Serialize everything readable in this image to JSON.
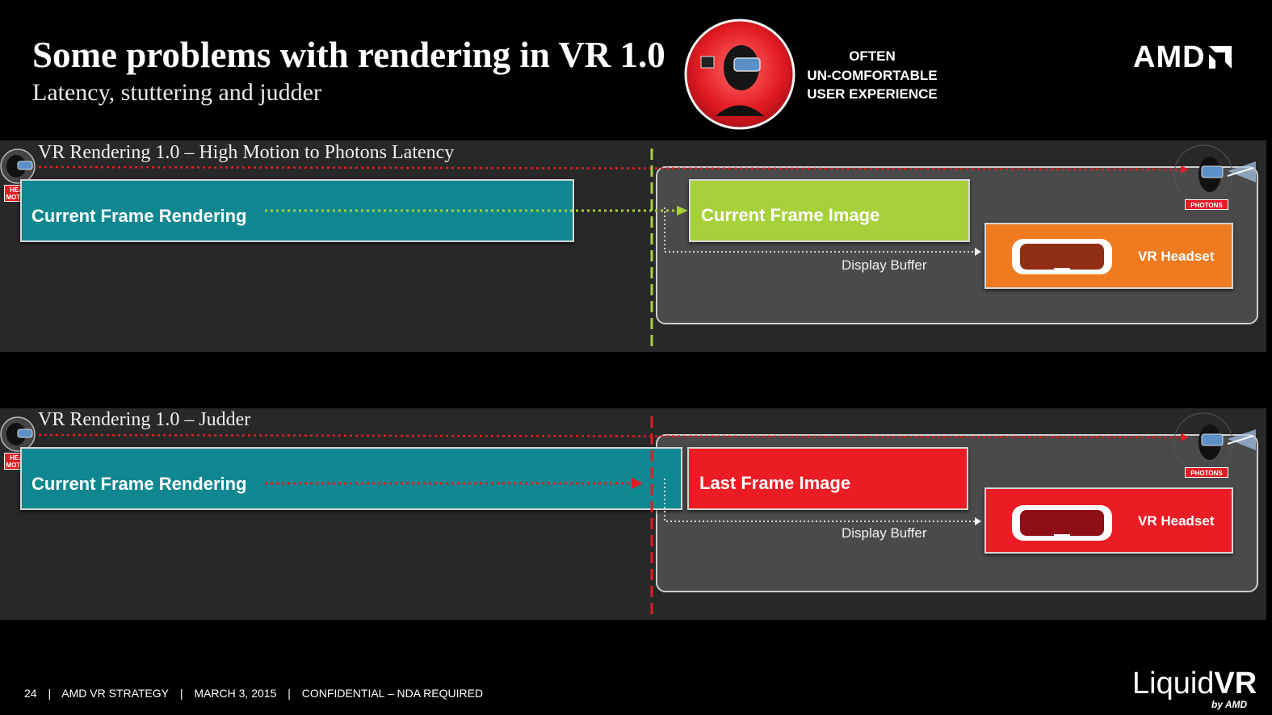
{
  "header": {
    "title": "Some problems with rendering in VR 1.0",
    "subtitle": "Latency, stuttering and judder",
    "warning_lines": [
      "OFTEN",
      "UN-COMFORTABLE",
      "USER EXPERIENCE"
    ],
    "brand": "AMD"
  },
  "panels": [
    {
      "title": "VR Rendering 1.0 – High Motion to Photons Latency",
      "head_tag": [
        "HEAD",
        "MOTION"
      ],
      "photons_tag": "PHOTONS",
      "render_bar": "Current Frame Rendering",
      "frame_box": "Current Frame Image",
      "display_buffer": "Display Buffer",
      "headset": "VR Headset",
      "colors": {
        "frame": "#a6d13a",
        "headset": "#f07a20",
        "vsync": "#a6d13a",
        "arrow": "#a6d13a"
      }
    },
    {
      "title": "VR Rendering 1.0 – Judder",
      "head_tag": [
        "HEAD",
        "MOTION"
      ],
      "photons_tag": "PHOTONS",
      "render_bar": "Current Frame Rendering",
      "frame_box": "Last Frame Image",
      "display_buffer": "Display Buffer",
      "headset": "VR Headset",
      "colors": {
        "frame": "#ec1c24",
        "headset": "#ec1c24",
        "vsync": "#e31b23",
        "arrow": "#e31b23"
      }
    }
  ],
  "footer": {
    "page": "24",
    "strategy": "AMD VR STRATEGY",
    "date": "MARCH 3, 2015",
    "confidential": "CONFIDENTIAL – NDA REQUIRED",
    "separator": "|"
  },
  "logo": {
    "liquid": "Liquid",
    "vr": "VR",
    "by": "by AMD"
  }
}
